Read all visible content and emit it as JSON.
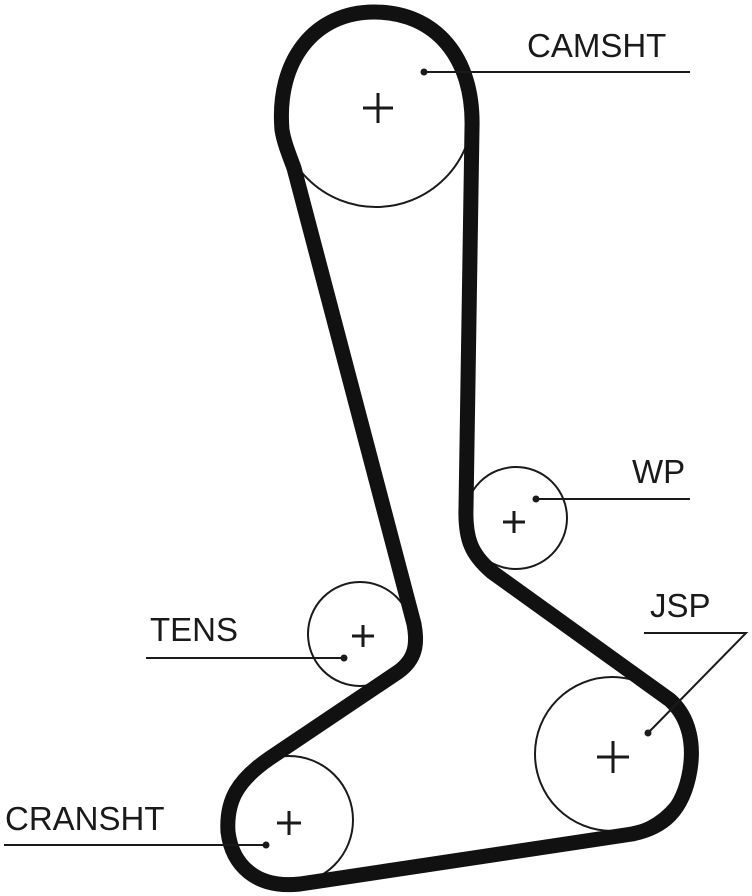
{
  "diagram": {
    "labels": {
      "camshaft": "CAMSHT",
      "water_pump": "WP",
      "tensioner": "TENS",
      "jackshaft": "JSP",
      "crankshaft": "CRANSHT"
    }
  }
}
